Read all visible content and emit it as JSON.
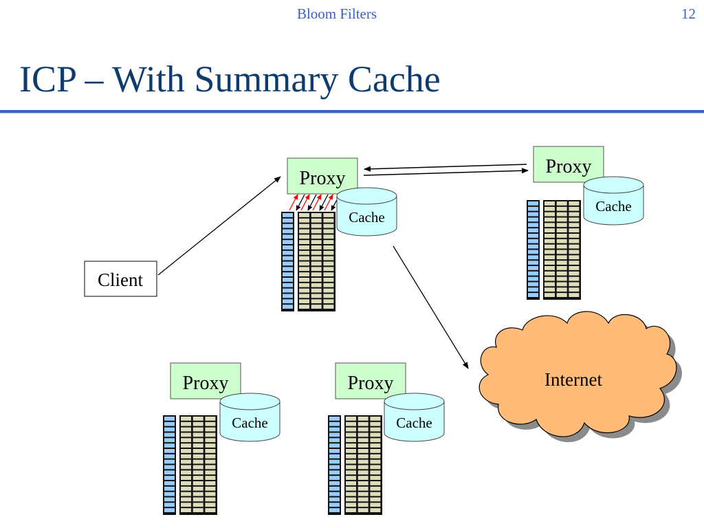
{
  "header": {
    "title": "Bloom Filters",
    "page_number": "12"
  },
  "slide": {
    "title": "ICP – With Summary Cache"
  },
  "colors": {
    "accent": "#3a62c8",
    "title": "#0d3c6e",
    "proxy_fill": "#ccffcc",
    "cache_fill": "#ccffff",
    "cloud_fill": "#ffbb77",
    "rack_blue": "#99ccff",
    "rack_tan": "#ddddbb",
    "summary_arrow": "#ff0000"
  },
  "diagram": {
    "client": {
      "label": "Client"
    },
    "internet": {
      "label": "Internet"
    },
    "nodes": [
      {
        "id": "proxy-main",
        "proxy_label": "Proxy",
        "cache_label": "Cache"
      },
      {
        "id": "proxy-top-right",
        "proxy_label": "Proxy",
        "cache_label": "Cache"
      },
      {
        "id": "proxy-bottom-left",
        "proxy_label": "Proxy",
        "cache_label": "Cache"
      },
      {
        "id": "proxy-bottom-middle",
        "proxy_label": "Proxy",
        "cache_label": "Cache"
      }
    ],
    "edges": [
      {
        "from": "client",
        "to": "proxy-main"
      },
      {
        "from": "proxy-main",
        "to": "proxy-top-right",
        "bidirectional": true
      },
      {
        "from": "proxy-main",
        "to": "internet"
      }
    ]
  }
}
